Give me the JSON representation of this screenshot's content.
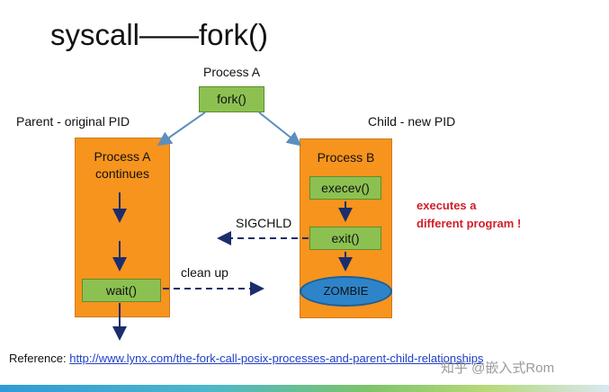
{
  "title": "syscall——fork()",
  "process_a_label": "Process A",
  "fork_box": "fork()",
  "parent_label": "Parent - original PID",
  "child_label": "Child - new PID",
  "left_box": {
    "title_line1": "Process A",
    "title_line2": "continues",
    "wait": "wait()"
  },
  "right_box": {
    "title": "Process B",
    "execev": "execev()",
    "exit": "exit()",
    "zombie": "ZOMBIE"
  },
  "sigchld": "SIGCHLD",
  "clean_up": "clean up",
  "executes_note": {
    "line1": "executes a",
    "line2": "different program !"
  },
  "reference": {
    "label": "Reference:",
    "url": "http://www.lynx.com/the-fork-call-posix-processes-and-parent-child-relationships"
  },
  "watermark": "知乎 @嵌入式Rom"
}
